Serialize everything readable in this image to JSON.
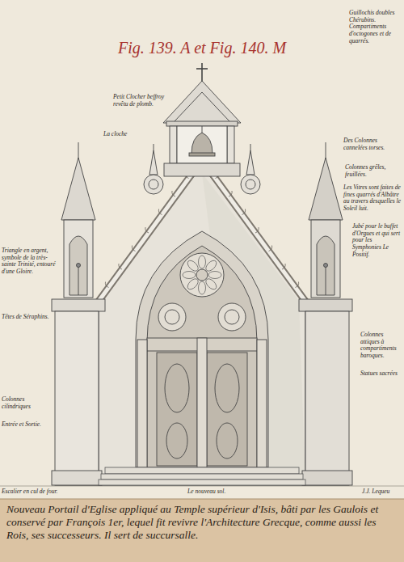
{
  "diagram": {
    "title": "Fig. 139. A et Fig. 140. M",
    "caption": "Nouveau Portail d'Eglise appliqué au Temple supérieur d'Isis, bâti par les Gaulois et conservé par François 1er, lequel fit revivre l'Architecture Grecque, comme aussi les Rois, ses successeurs. Il sert de succursalle.",
    "labels": [
      "Guillochis doubles Chérubins. Compartiments d'octogones et de quarrés.",
      "Petit Clocher beffroy revêtu de plomb.",
      "La cloche",
      "Des Colonnes cannelées torses.",
      "Colonnes grêles, feuillées.",
      "Les Vitres sont faites de fines quarrés d'Albâtre au travers desquelles le Soleil luit.",
      "Jubé pour le buffet d'Orgues et qui sert pour les Symphonies Le Positif.",
      "Triangle en argent, symbole de la très-sainte Trinité, entouré d'une Gloire.",
      "Têtes de Séraphins.",
      "Colonnes attiques à compartiments baroques.",
      "Statues sacrées",
      "Colonnes cilindriques",
      "Entrée et Sortie.",
      "Escalier en cul de four.",
      "Le nouveau sol.",
      "J.J. Lequeu"
    ]
  }
}
